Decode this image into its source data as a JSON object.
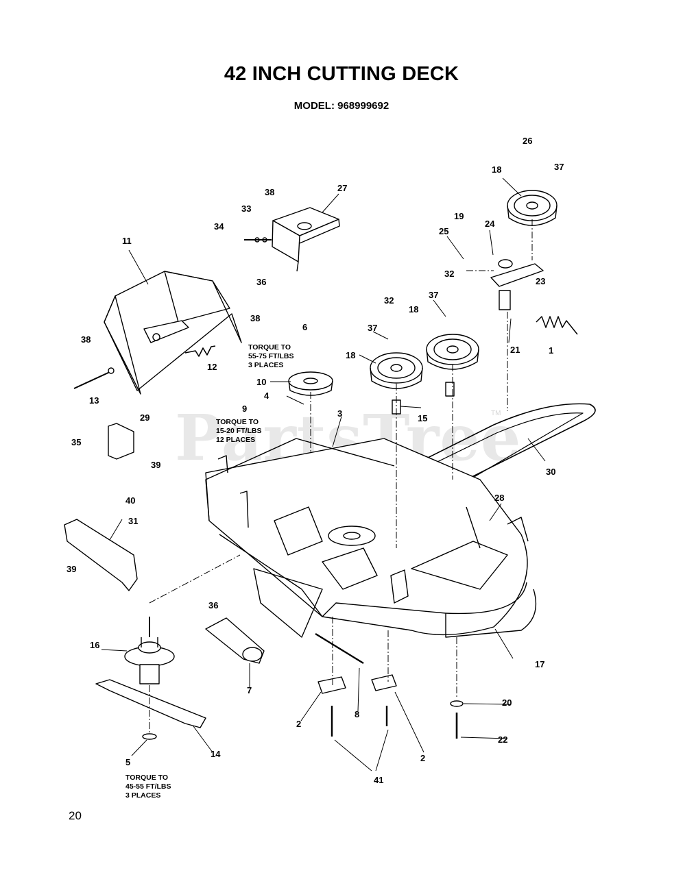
{
  "header": {
    "title": "42 INCH CUTTING DECK",
    "model": "MODEL:  968999692"
  },
  "watermark": "PartsTree",
  "trademark": "TM",
  "page_number": "20",
  "notes": {
    "torque_6": [
      "TORQUE TO",
      "55-75 FT/LBS",
      "3 PLACES"
    ],
    "torque_9": [
      "TORQUE TO",
      "15-20 FT/LBS",
      "12 PLACES"
    ],
    "torque_5": [
      "TORQUE TO",
      "45-55 FT/LBS",
      "3 PLACES"
    ]
  },
  "callouts": {
    "c1": "1",
    "c2a": "2",
    "c2b": "2",
    "c3": "3",
    "c4": "4",
    "c5": "5",
    "c6": "6",
    "c7": "7",
    "c8": "8",
    "c9": "9",
    "c10": "10",
    "c11": "11",
    "c12": "12",
    "c13": "13",
    "c14": "14",
    "c15": "15",
    "c16": "16",
    "c17": "17",
    "c18a": "18",
    "c18b": "18",
    "c18c": "18",
    "c19": "19",
    "c20": "20",
    "c21": "21",
    "c22": "22",
    "c23": "23",
    "c24": "24",
    "c25": "25",
    "c26": "26",
    "c27": "27",
    "c28": "28",
    "c29": "29",
    "c30": "30",
    "c31": "31",
    "c32a": "32",
    "c32b": "32",
    "c33": "33",
    "c34": "34",
    "c35": "35",
    "c36a": "36",
    "c36b": "36",
    "c37a": "37",
    "c37b": "37",
    "c37c": "37",
    "c38a": "38",
    "c38b": "38",
    "c38c": "38",
    "c39a": "39",
    "c39b": "39",
    "c40": "40",
    "c41": "41"
  },
  "colors": {
    "ink": "#000000",
    "watermark": "#969696"
  }
}
